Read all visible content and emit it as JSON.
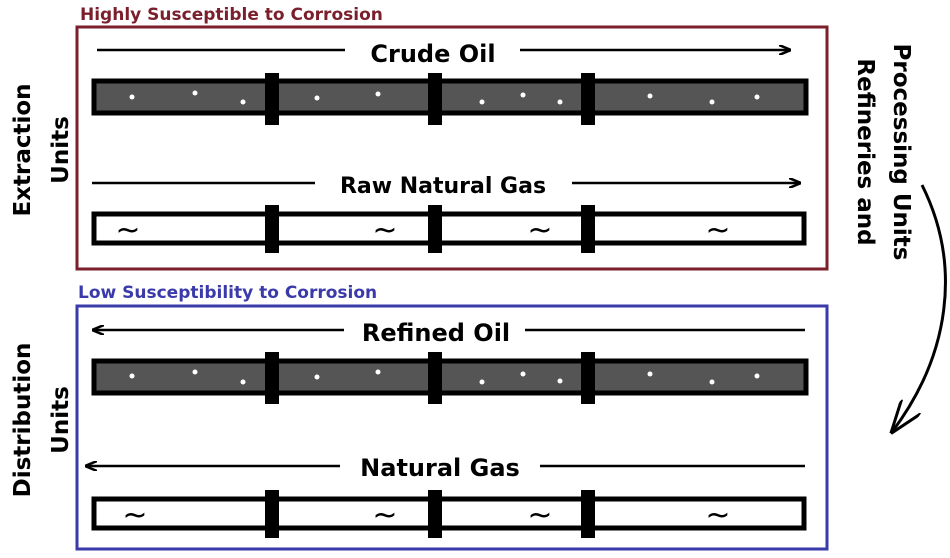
{
  "top_section": {
    "title": "Highly Susceptible to Corrosion",
    "title_color": "#7a1f2b",
    "border_color": "#7a1f2b",
    "side_label_line1": "Extraction",
    "side_label_line2": "Units",
    "oil_label": "Crude Oil",
    "gas_label": "Raw Natural Gas"
  },
  "bottom_section": {
    "title": "Low Susceptibility to Corrosion",
    "title_color": "#3a3aaa",
    "border_color": "#3a3aaa",
    "side_label_line1": "Distribution",
    "side_label_line2": "Units",
    "oil_label": "Refined Oil",
    "gas_label": "Natural Gas"
  },
  "right_label_line1": "Refineries and",
  "right_label_line2": "Processing Units",
  "gas_symbol": "~",
  "colors": {
    "oil_pipe_fill": "#555555",
    "pipe_outline": "#000000",
    "gas_pipe_fill": "#ffffff"
  }
}
